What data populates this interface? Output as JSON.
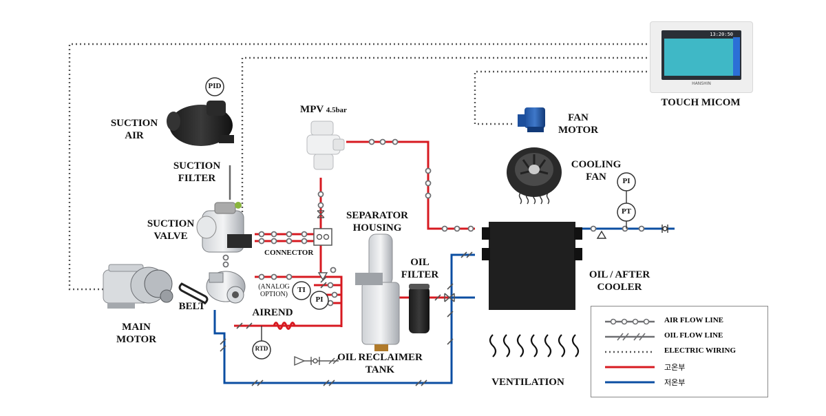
{
  "labels": {
    "suction_air": "SUCTION\nAIR",
    "pid": "PID",
    "suction_filter": "SUCTION\nFILTER",
    "suction_valve": "SUCTION\nVALVE",
    "main_motor": "MAIN\nMOTOR",
    "belt": "BELT",
    "airend": "AIREND",
    "rtd": "RTD",
    "mpv": "MPV",
    "mpv_pressure": "4.5bar",
    "separator_housing": "SEPARATOR\nHOUSING",
    "connector": "CONNECTOR",
    "analog_option": "(ANALOG\nOPTION)",
    "ti": "TI",
    "pi": "PI",
    "pt": "PT",
    "oil_filter": "OIL\nFILTER",
    "oil_reclaimer_tank": "OIL RECLAIMER\nTANK",
    "fan_motor": "FAN\nMOTOR",
    "cooling_fan": "COOLING\nFAN",
    "oil_after_cooler": "OIL / AFTER\nCOOLER",
    "ventilation": "VENTILATION",
    "touch_micom": "TOUCH MICOM"
  },
  "micom": {
    "clock": "13:20:50",
    "brand": "HANSHIN"
  },
  "legend": [
    {
      "label": "AIR FLOW LINE",
      "style": "air"
    },
    {
      "label": "OIL FLOW LINE",
      "style": "oil"
    },
    {
      "label": "ELECTRIC WIRING",
      "style": "wire"
    },
    {
      "label": "고온부",
      "style": "hot"
    },
    {
      "label": "저온부",
      "style": "cold"
    }
  ],
  "colors": {
    "hot": "#d71920",
    "cold": "#0b4ea2",
    "node": "#6d6e71",
    "wire": "#555555"
  }
}
